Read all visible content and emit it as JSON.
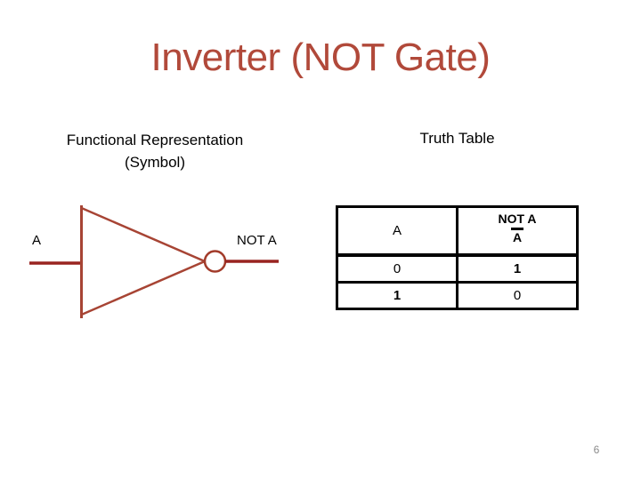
{
  "slide": {
    "title": "Inverter (NOT Gate)",
    "page_number": "6"
  },
  "colors": {
    "title": "#B1493A",
    "gate_outline": "#A74434",
    "wire": "#992420",
    "table_border": "#000000",
    "page_number": "#8A8A8A",
    "background": "#FFFFFF"
  },
  "functional_representation": {
    "heading_line1": "Functional Representation",
    "heading_line2": "(Symbol)",
    "input_label": "A",
    "output_label": "NOT A"
  },
  "truth_table": {
    "heading": "Truth Table",
    "column_headers": [
      "A",
      "NOT A"
    ],
    "column2_overbar_symbol": "A",
    "rows": [
      [
        "0",
        "1"
      ],
      [
        "1",
        "0"
      ]
    ]
  }
}
